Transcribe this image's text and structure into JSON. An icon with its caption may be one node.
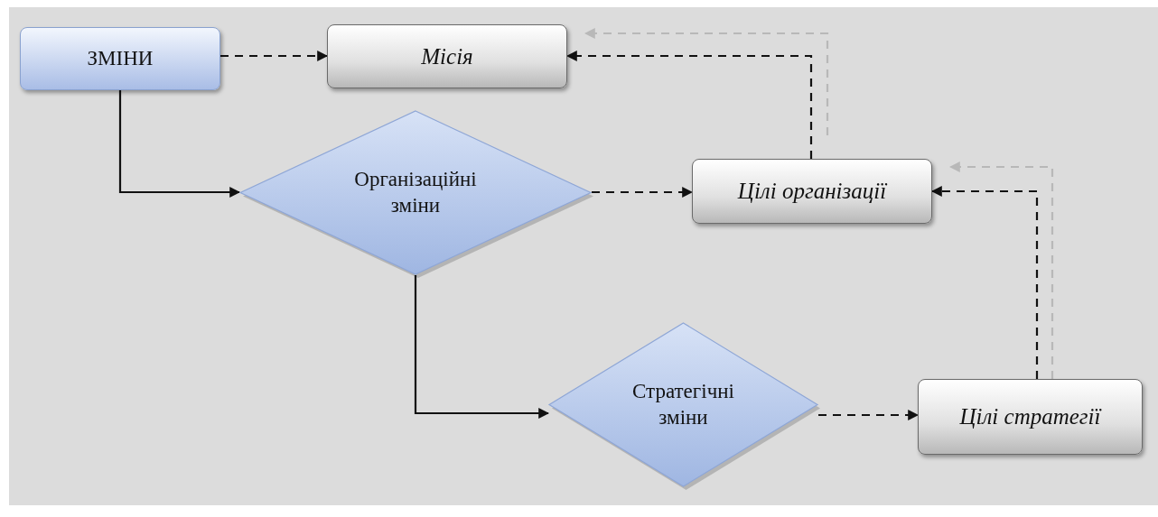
{
  "diagram": {
    "nodes": [
      {
        "text": [
          "ЗМІНИ"
        ]
      },
      {
        "text": [
          "Місія"
        ]
      },
      {
        "text": [
          "Організаційні зміни"
        ]
      },
      {
        "text": [
          "Цілі організації"
        ]
      },
      {
        "text": [
          "Стратегічні зміни"
        ]
      },
      {
        "text": [
          "Цілі стратегії"
        ]
      }
    ],
    "edges": [
      {
        "from": 0,
        "to": 1,
        "arrow": "to",
        "style": "dashed"
      },
      {
        "from": 0,
        "to": 2,
        "arrow": "to"
      },
      {
        "from": 2,
        "to": 3,
        "arrow": "to",
        "style": "dashed"
      },
      {
        "from": 2,
        "to": 4,
        "arrow": "to"
      },
      {
        "from": 4,
        "to": 5,
        "arrow": "to",
        "style": "dashed"
      },
      {
        "from": 3,
        "to": 1,
        "arrow": "to",
        "style": "dashed"
      },
      {
        "from": 3,
        "to": 1,
        "arrow": "to",
        "style": "dashed",
        "color": "#b8b8b8"
      },
      {
        "from": 5,
        "to": 3,
        "arrow": "to",
        "style": "dashed"
      },
      {
        "from": 5,
        "to": 3,
        "arrow": "to",
        "style": "dashed",
        "color": "#b8b8b8"
      }
    ]
  }
}
